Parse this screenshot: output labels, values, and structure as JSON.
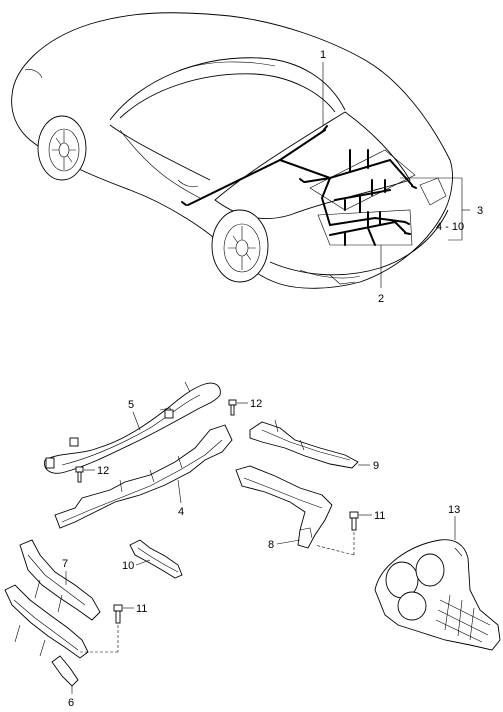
{
  "callouts": {
    "c1": "1",
    "c2": "2",
    "c3": "3",
    "c4_10": "4 - 10",
    "c4": "4",
    "c5": "5",
    "c6": "6",
    "c7": "7",
    "c8": "8",
    "c9": "9",
    "c10": "10",
    "c11a": "11",
    "c11b": "11",
    "c12a": "12",
    "c12b": "12",
    "c13": "13"
  },
  "icons": {
    "vehicle": "car-rear-three-quarter-icon",
    "harness": "wiring-harness-icon",
    "bolt": "bolt-icon"
  }
}
